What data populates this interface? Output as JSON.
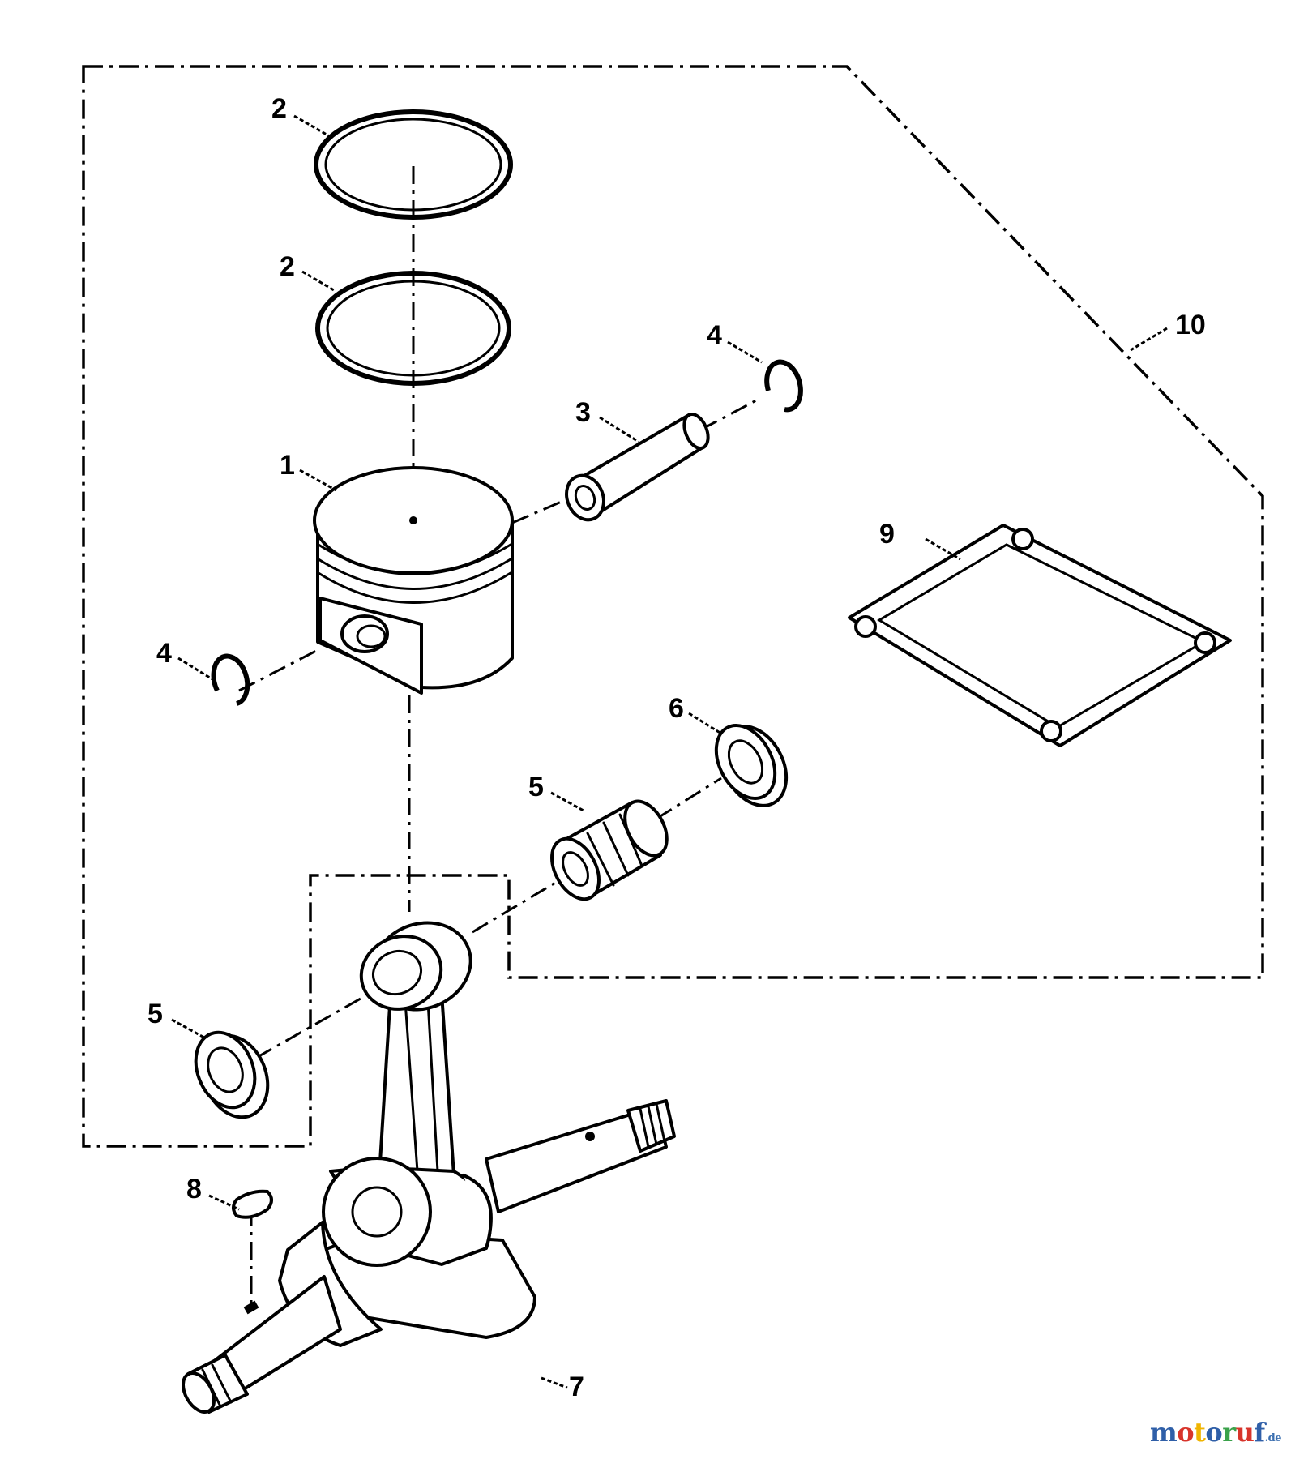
{
  "callouts": {
    "piston": "1",
    "ring_upper": "2",
    "ring_lower": "2",
    "pin": "3",
    "clip_right": "4",
    "clip_left": "4",
    "bearing_needle": "5",
    "seal_left": "5",
    "seal_right": "6",
    "crankshaft": "7",
    "key": "8",
    "gasket": "9",
    "kit": "10"
  },
  "watermark": {
    "parts": [
      {
        "text": "m",
        "color": "#2f5fa8"
      },
      {
        "text": "o",
        "color": "#d8342b"
      },
      {
        "text": "t",
        "color": "#f0b400"
      },
      {
        "text": "o",
        "color": "#2f5fa8"
      },
      {
        "text": "r",
        "color": "#3aa24a"
      },
      {
        "text": "u",
        "color": "#d8342b"
      },
      {
        "text": "f",
        "color": "#2f5fa8"
      }
    ],
    "suffix": ".de"
  }
}
